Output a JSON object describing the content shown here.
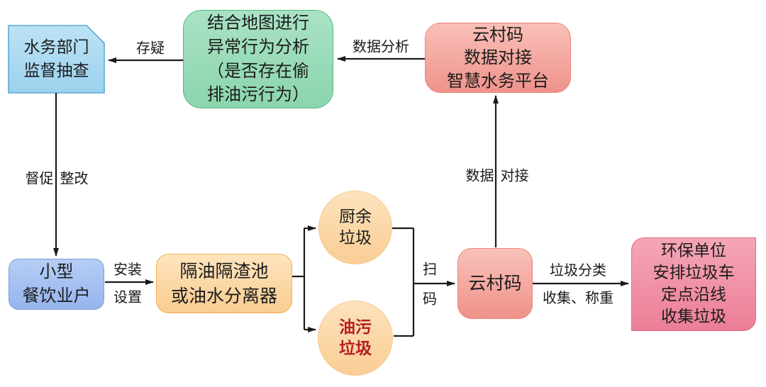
{
  "diagram_type": "flowchart",
  "nodes": {
    "water_dept": {
      "lines": [
        "水务部门",
        "监督抽查"
      ]
    },
    "map_analysis": {
      "lines": [
        "结合地图进行",
        "异常行为分析",
        "（是否存在偷",
        "排油污行为）"
      ]
    },
    "cloud_platform": {
      "lines": [
        "云村码",
        "数据对接",
        "智慧水务平台"
      ]
    },
    "small_restaurants": {
      "lines": [
        "小型",
        "餐饮业户"
      ]
    },
    "grease_trap": {
      "lines": [
        "隔油隔渣池",
        "或油水分离器"
      ]
    },
    "kitchen_waste": {
      "lines": [
        "厨余",
        "垃圾"
      ]
    },
    "oil_waste": {
      "lines": [
        "油污",
        "垃圾"
      ]
    },
    "cloud_code": {
      "label": "云村码"
    },
    "env_unit": {
      "lines": [
        "环保单位",
        "安排垃圾车",
        "定点沿线",
        "收集垃圾"
      ]
    }
  },
  "edges": {
    "doubt": {
      "label": "存疑"
    },
    "data_analysis": {
      "label": "数据分析"
    },
    "supervise": {
      "parts": [
        "督促",
        "整改"
      ]
    },
    "install": {
      "lines": [
        "安装",
        "设置"
      ]
    },
    "scan": {
      "lines": [
        "扫",
        "码"
      ]
    },
    "data_connect": {
      "parts": [
        "数据",
        "对接"
      ]
    },
    "collect": {
      "lines": [
        "垃圾分类",
        "收集、称重"
      ]
    }
  },
  "colors": {
    "water_dept_fill": "#a9d9f1",
    "water_dept_border": "#5fa8d2",
    "map_analysis_fill": "#8fd8b2",
    "map_analysis_border": "#54b786",
    "salmon_fill": "#f3a299",
    "salmon_border": "#e8857d",
    "small_restaurants_fill": "#a5c1f1",
    "small_restaurants_border": "#7c9cd8",
    "orange_fill": "#fbd8a7",
    "orange_border": "#f2ad50",
    "env_unit_fill": "#f092a7",
    "env_unit_border": "#e06a85",
    "oil_waste_text": "#b52025",
    "line_color": "#1a1a1a",
    "text_color": "#1c1c1c",
    "background": "#ffffff"
  }
}
